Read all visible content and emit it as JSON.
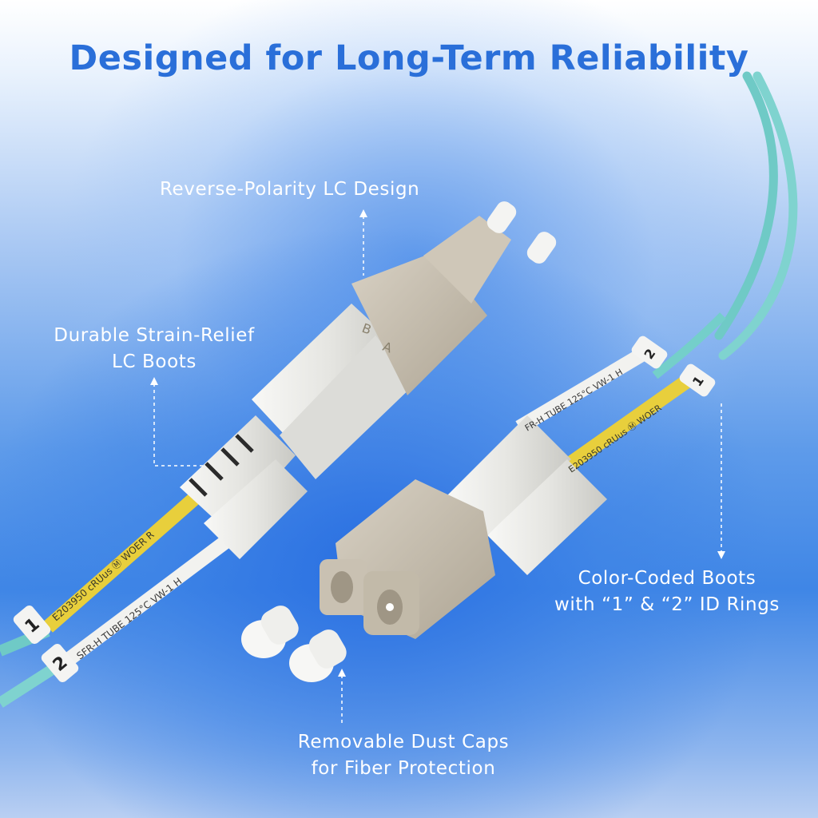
{
  "title": "Designed for Long-Term Reliability",
  "callouts": {
    "reverse_polarity": "Reverse-Polarity LC Design",
    "strain_relief_line1": "Durable Strain-Relief",
    "strain_relief_line2": "LC Boots",
    "color_coded_line1": "Color-Coded Boots",
    "color_coded_line2": "with “1” & “2” ID Rings",
    "dust_caps_line1": "Removable Dust Caps",
    "dust_caps_line2": "for Fiber Protection"
  },
  "cable_print": {
    "yellow_left": "E203950 cRUus Ⓜ WOER R",
    "white_left": "SFR-H TUBE 125°C VW-1 H",
    "white_right": "FR-H TUBE 125°C VW-1 H",
    "yellow_right": "E203950 cRUus Ⓜ WOER"
  },
  "id_rings": {
    "one": "1",
    "two": "2"
  },
  "latch_letters": {
    "b": "B",
    "a": "A"
  },
  "colors": {
    "title": "#2a6fd9",
    "aqua_cable": "#7fd3cf",
    "boot_white": "#e9e9e6",
    "connector_beige": "#c7bfb1",
    "yellow_jacket": "#e8cf3c"
  }
}
